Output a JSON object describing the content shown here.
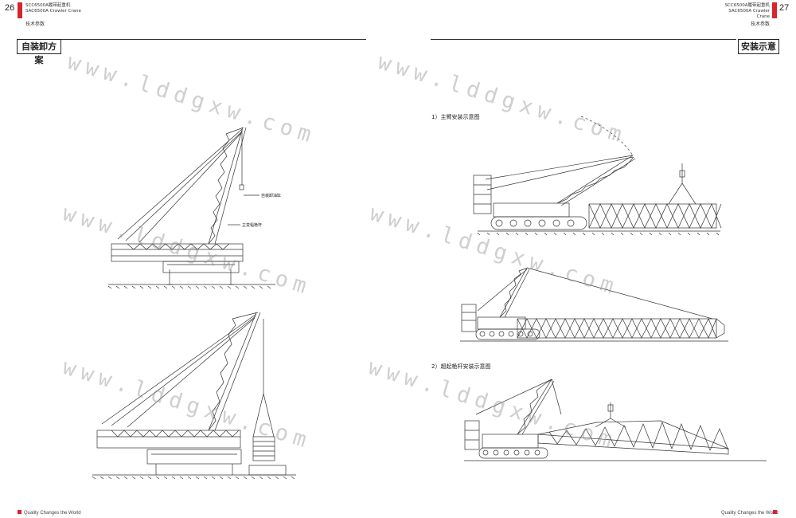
{
  "left": {
    "page_number": "26",
    "header_cn": "SCC6500A履带起重机",
    "header_en": "SAC6500A Crawler Crane",
    "section": "技术参数",
    "title": "自装卸方案",
    "labels": [
      "自装卸油缸",
      "主变幅桅杆"
    ],
    "footer": "Quality Changes the World"
  },
  "right": {
    "page_number": "27",
    "header_cn": "SCC6500A履带起重机",
    "header_en": "SAC6500A Crawler Crane",
    "section": "技术参数",
    "title": "安装示意",
    "caption1": "1）主臂安装示意图",
    "caption2": "2）超起桅杆安装示意图",
    "footer": "Quality Changes the World"
  },
  "watermark": "www.lddgxw.com",
  "colors": {
    "accent": "#d9242b",
    "line": "#333333"
  }
}
